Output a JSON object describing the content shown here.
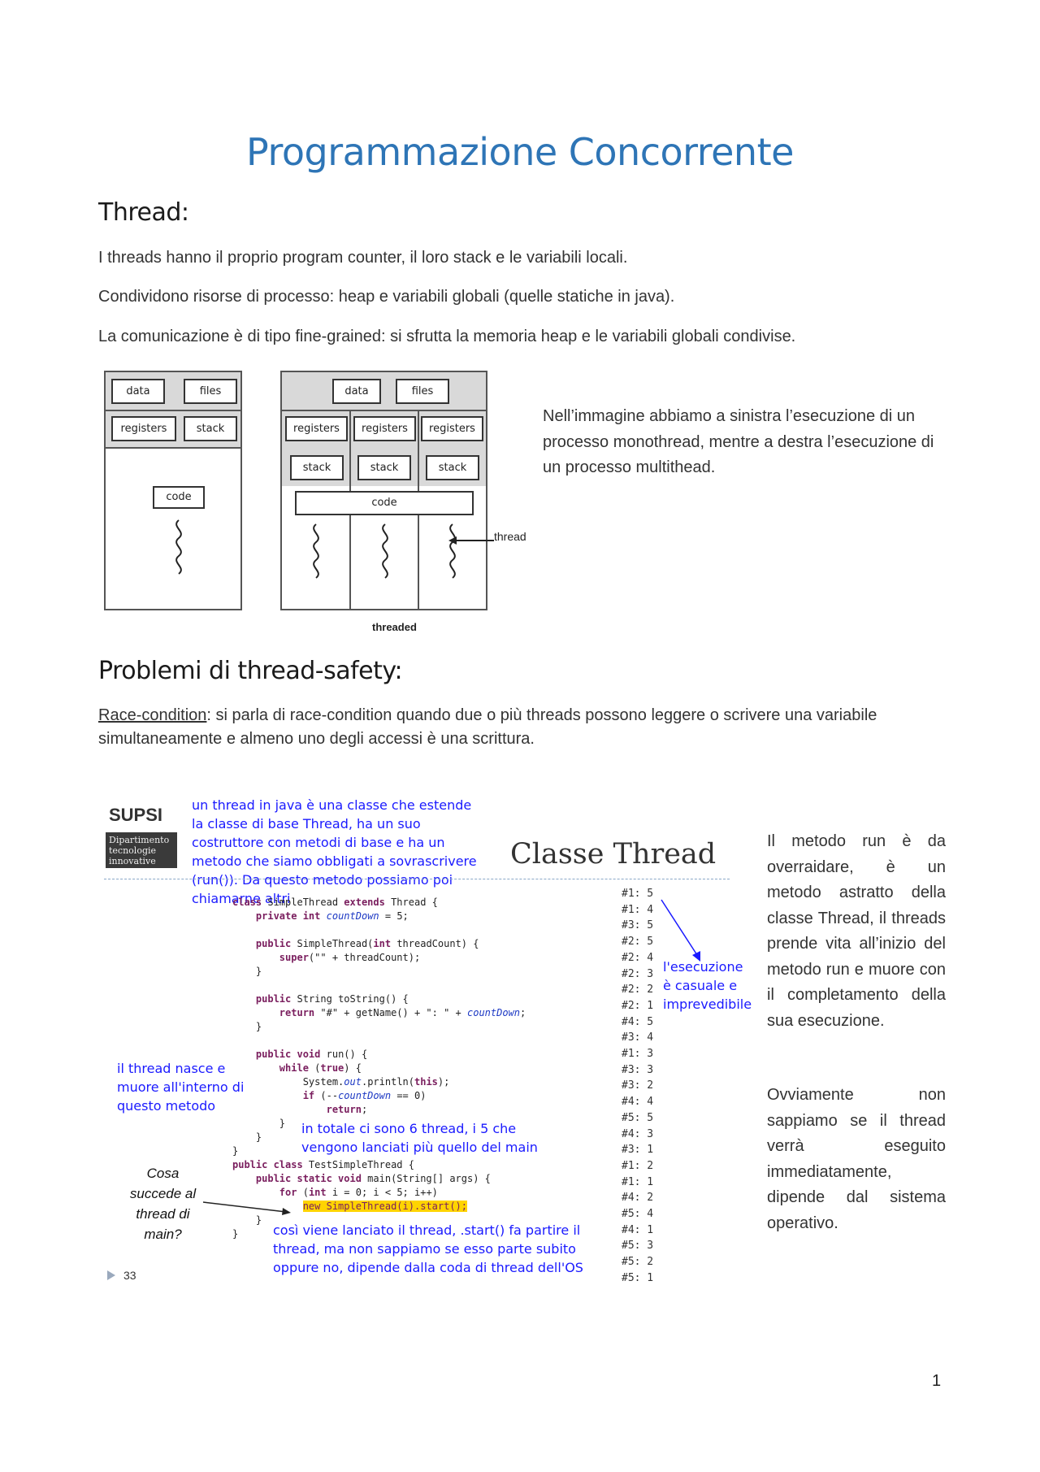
{
  "title": "Programmazione Concorrente",
  "section1": {
    "heading": "Thread:",
    "p1": "I threads hanno il proprio program counter, il loro stack e le variabili locali.",
    "p2": "Condividono risorse di processo: heap e variabili globali (quelle statiche in java).",
    "p3": "La comunicazione è di tipo fine-grained: si sfrutta la memoria heap e le variabili globali condivise."
  },
  "diagram": {
    "data": "data",
    "files": "files",
    "registers": "registers",
    "stack": "stack",
    "code": "code",
    "thread_label": "thread",
    "threaded_caption": "threaded",
    "description": "Nell’immagine abbiamo a sinistra l’esecuzione di un processo monothread, mentre a destra l’esecuzione di un processo multithead."
  },
  "section2": {
    "heading": "Problemi di thread-safety:",
    "term": "Race-condition",
    "definition": ": si parla di race-condition quando due o più threads possono leggere o scrivere una variabile simultaneamente e almeno uno degli accessi è una scrittura."
  },
  "slide": {
    "logo": "SUPSI",
    "logo_sub": "Dipartimento tecnologie innovative",
    "slide_title": "Classe Thread",
    "slide_number": "33",
    "note_top": "un thread in java è una classe che estende la classe di base Thread, ha un suo costruttore con metodi di base e ha un metodo che siamo obbligati a sovrascrivere (run()). Da questo metodo possiamo poi chiamarne altri",
    "note_left": "il thread nasce e muore all'interno di questo metodo",
    "note_count": "in totale ci sono 6 thread, i 5 che vengono lanciati più quello del main",
    "note_question": "Cosa succede al thread di main?",
    "note_start": "così viene lanciato il thread, .start() fa partire il thread, ma non sappiamo se esso parte subito oppure no, dipende dalla coda di thread dell'OS",
    "note_random": "l'esecuzione è casuale e imprevedibile",
    "output": [
      "#1: 5",
      "#1: 4",
      "#3: 5",
      "#2: 5",
      "#2: 4",
      "#2: 3",
      "#2: 2",
      "#2: 1",
      "#4: 5",
      "#3: 4",
      "#1: 3",
      "#3: 3",
      "#3: 2",
      "#4: 4",
      "#5: 5",
      "#4: 3",
      "#3: 1",
      "#1: 2",
      "#1: 1",
      "#4: 2",
      "#5: 4",
      "#4: 1",
      "#5: 3",
      "#5: 2",
      "#5: 1"
    ]
  },
  "side_text": {
    "p1": "Il metodo run è da overraidare, è un metodo astratto della classe Thread, il threads prende vita all’inizio del metodo run e muore con il completamento della sua esecuzione.",
    "p2": "Ovviamente non sappiamo se il thread verrà eseguito immediatamente, dipende dal sistema operativo."
  },
  "page_number": "1",
  "colors": {
    "title": "#2e75b6",
    "annotation": "#1a1aff",
    "highlight": "#ffd400"
  }
}
